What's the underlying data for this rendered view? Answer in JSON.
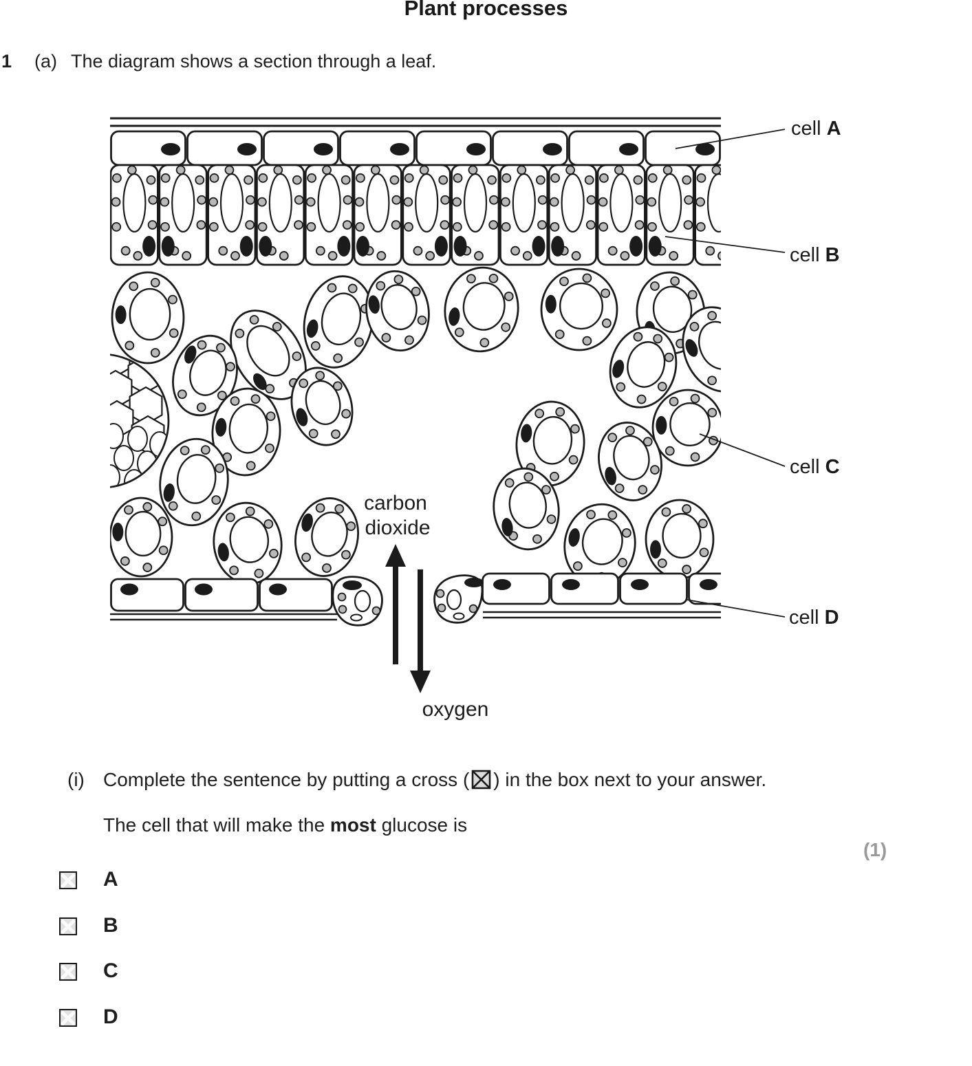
{
  "title": "Plant processes",
  "question": {
    "number": "1",
    "part": "(a)",
    "text": "The diagram shows a section through a leaf."
  },
  "diagram": {
    "labels": {
      "a": {
        "prefix": "cell ",
        "letter": "A"
      },
      "b": {
        "prefix": "cell ",
        "letter": "B"
      },
      "c": {
        "prefix": "cell ",
        "letter": "C"
      },
      "d": {
        "prefix": "cell ",
        "letter": "D"
      }
    },
    "gases": {
      "in_line1": "carbon",
      "in_line2": "dioxide",
      "out": "oxygen"
    }
  },
  "sub_question": {
    "marker": "(i)",
    "prompt_before_box": "Complete the sentence by putting a cross (",
    "prompt_after_box": ") in the box next to your answer.",
    "sentence_start": "The cell that will make the ",
    "sentence_bold": "most",
    "sentence_end": " glucose is",
    "marks": "(1)"
  },
  "options": [
    {
      "label": "A"
    },
    {
      "label": "B"
    },
    {
      "label": "C"
    },
    {
      "label": "D"
    }
  ],
  "colors": {
    "ink": "#1b1b1b",
    "chloroplast_fill": "#b9b9b9",
    "marks_gray": "#9a9a9a",
    "checkbox_fill": "#e2e2e2",
    "checkbox_cross": "#fafafa"
  }
}
